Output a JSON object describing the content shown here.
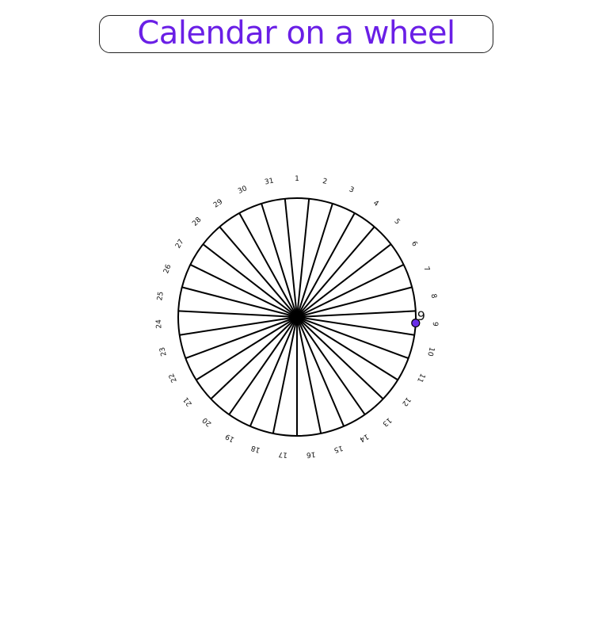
{
  "title": "Calendar on a wheel",
  "colors": {
    "title": "#6a1fe6",
    "marker_fill": "#6a2ee8",
    "stroke": "#000000",
    "frame": "#222222"
  },
  "wheel": {
    "days": [
      "1",
      "2",
      "3",
      "4",
      "5",
      "6",
      "7",
      "8",
      "9",
      "10",
      "11",
      "12",
      "13",
      "14",
      "15",
      "16",
      "17",
      "18",
      "19",
      "20",
      "21",
      "22",
      "23",
      "24",
      "25",
      "26",
      "27",
      "28",
      "29",
      "30",
      "31"
    ],
    "selected_day": "9"
  }
}
